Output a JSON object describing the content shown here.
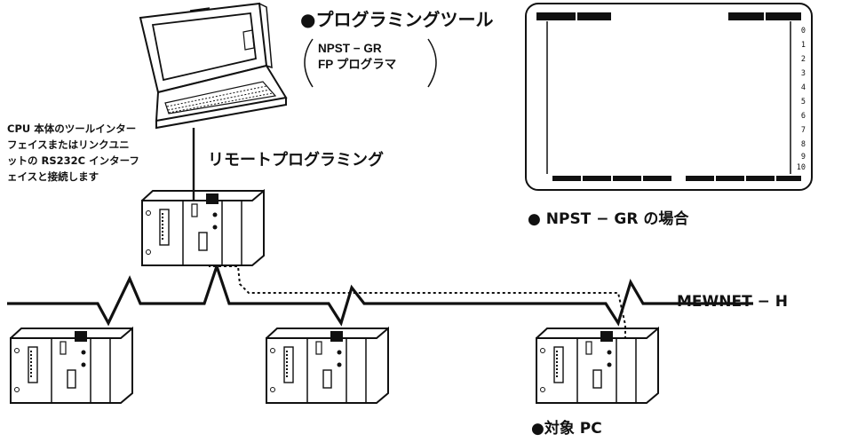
{
  "tool": {
    "title": "●プログラミングツール",
    "variants": [
      "NPST − GR",
      "FP プログラマ"
    ]
  },
  "connection_note": [
    "CPU 本体のツールインター",
    "フェイスまたはリンクユニ",
    "ットの RS232C インターフ",
    "ェイスと接続します"
  ],
  "remote_label": "リモートプログラミング",
  "screen": {
    "caption": "● NPST − GR の場合",
    "ticks": [
      "0",
      "1",
      "2",
      "3",
      "4",
      "5",
      "6",
      "7",
      "8",
      "9",
      "10"
    ]
  },
  "network_label": "MEWNET − H",
  "target_label": "●対象 PC"
}
